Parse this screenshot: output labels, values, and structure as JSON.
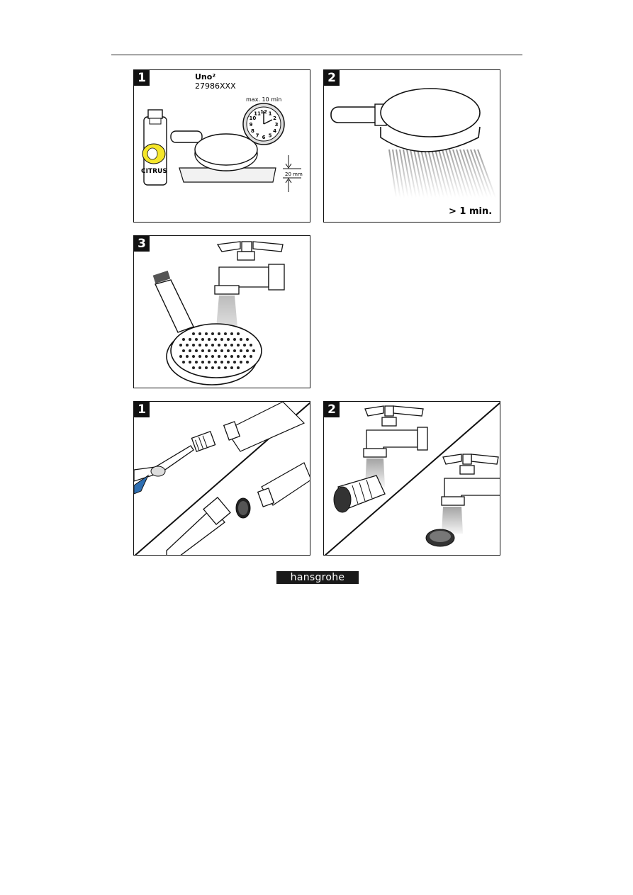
{
  "page": {
    "brand_logo": "hansgrohe"
  },
  "panels": [
    {
      "step": "1",
      "product_name": "Uno²",
      "product_code": "27986XXX",
      "timer_label": "max. 10 min",
      "depth_label": "20 mm",
      "bottle_label": "CITRUS",
      "clock_numbers": [
        "12",
        "1",
        "2",
        "3",
        "4",
        "5",
        "6",
        "7",
        "8",
        "9",
        "10",
        "11"
      ]
    },
    {
      "step": "2",
      "duration_label": "> 1 min."
    },
    {
      "step": "3"
    },
    {
      "step": "1"
    },
    {
      "step": "2"
    }
  ]
}
